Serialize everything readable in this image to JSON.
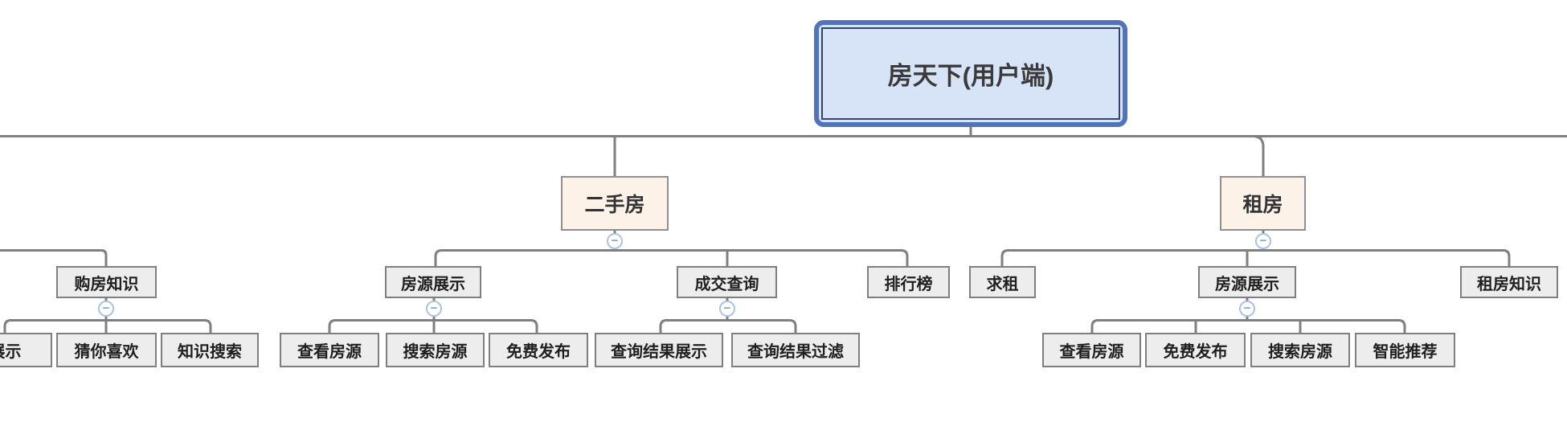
{
  "diagram_title": "房天下(用户端)",
  "nodes": {
    "root": {
      "label": "房天下(用户端)"
    },
    "ershoufang": {
      "label": "二手房"
    },
    "zufang": {
      "label": "租房"
    },
    "goufang_zhishi": {
      "label": "购房知识"
    },
    "zhanshi": {
      "label": "展示"
    },
    "cai_ni_xihuan": {
      "label": "猜你喜欢"
    },
    "zhishi_sousuo": {
      "label": "知识搜索"
    },
    "fangyuan_zhanshi_esf": {
      "label": "房源展示"
    },
    "chengjiao_chaxun": {
      "label": "成交查询"
    },
    "paihangbang": {
      "label": "排行榜"
    },
    "chakan_fangyuan_esf": {
      "label": "查看房源"
    },
    "sousuo_fangyuan_esf": {
      "label": "搜索房源"
    },
    "mianfei_fabu_esf": {
      "label": "免费发布"
    },
    "chaxun_jieguo_zhanshi": {
      "label": "查询结果展示"
    },
    "chaxun_jieguo_guolv": {
      "label": "查询结果过滤"
    },
    "qiuzu": {
      "label": "求租"
    },
    "fangyuan_zhanshi_zf": {
      "label": "房源展示"
    },
    "zufang_zhishi": {
      "label": "租房知识"
    },
    "chakan_fangyuan_zf": {
      "label": "查看房源"
    },
    "mianfei_fabu_zf": {
      "label": "免费发布"
    },
    "sousuo_fangyuan_zf": {
      "label": "搜索房源"
    },
    "zhineng_tuijian": {
      "label": "智能推荐"
    }
  },
  "icons": {
    "collapse_glyph": "−"
  },
  "colors": {
    "root_fill": "#d7e4f8",
    "root_outer_border": "#5173bb",
    "root_inner_border": "#36436b",
    "branch_fill": "#fcf2e8",
    "branch_border": "#8f8f8f",
    "leaf_fill": "#ededed",
    "leaf_border": "#7f7f7f",
    "connector": "#7f7f7f",
    "collapse_ring": "#a9c3e9",
    "collapse_minus": "#7da2d8"
  }
}
